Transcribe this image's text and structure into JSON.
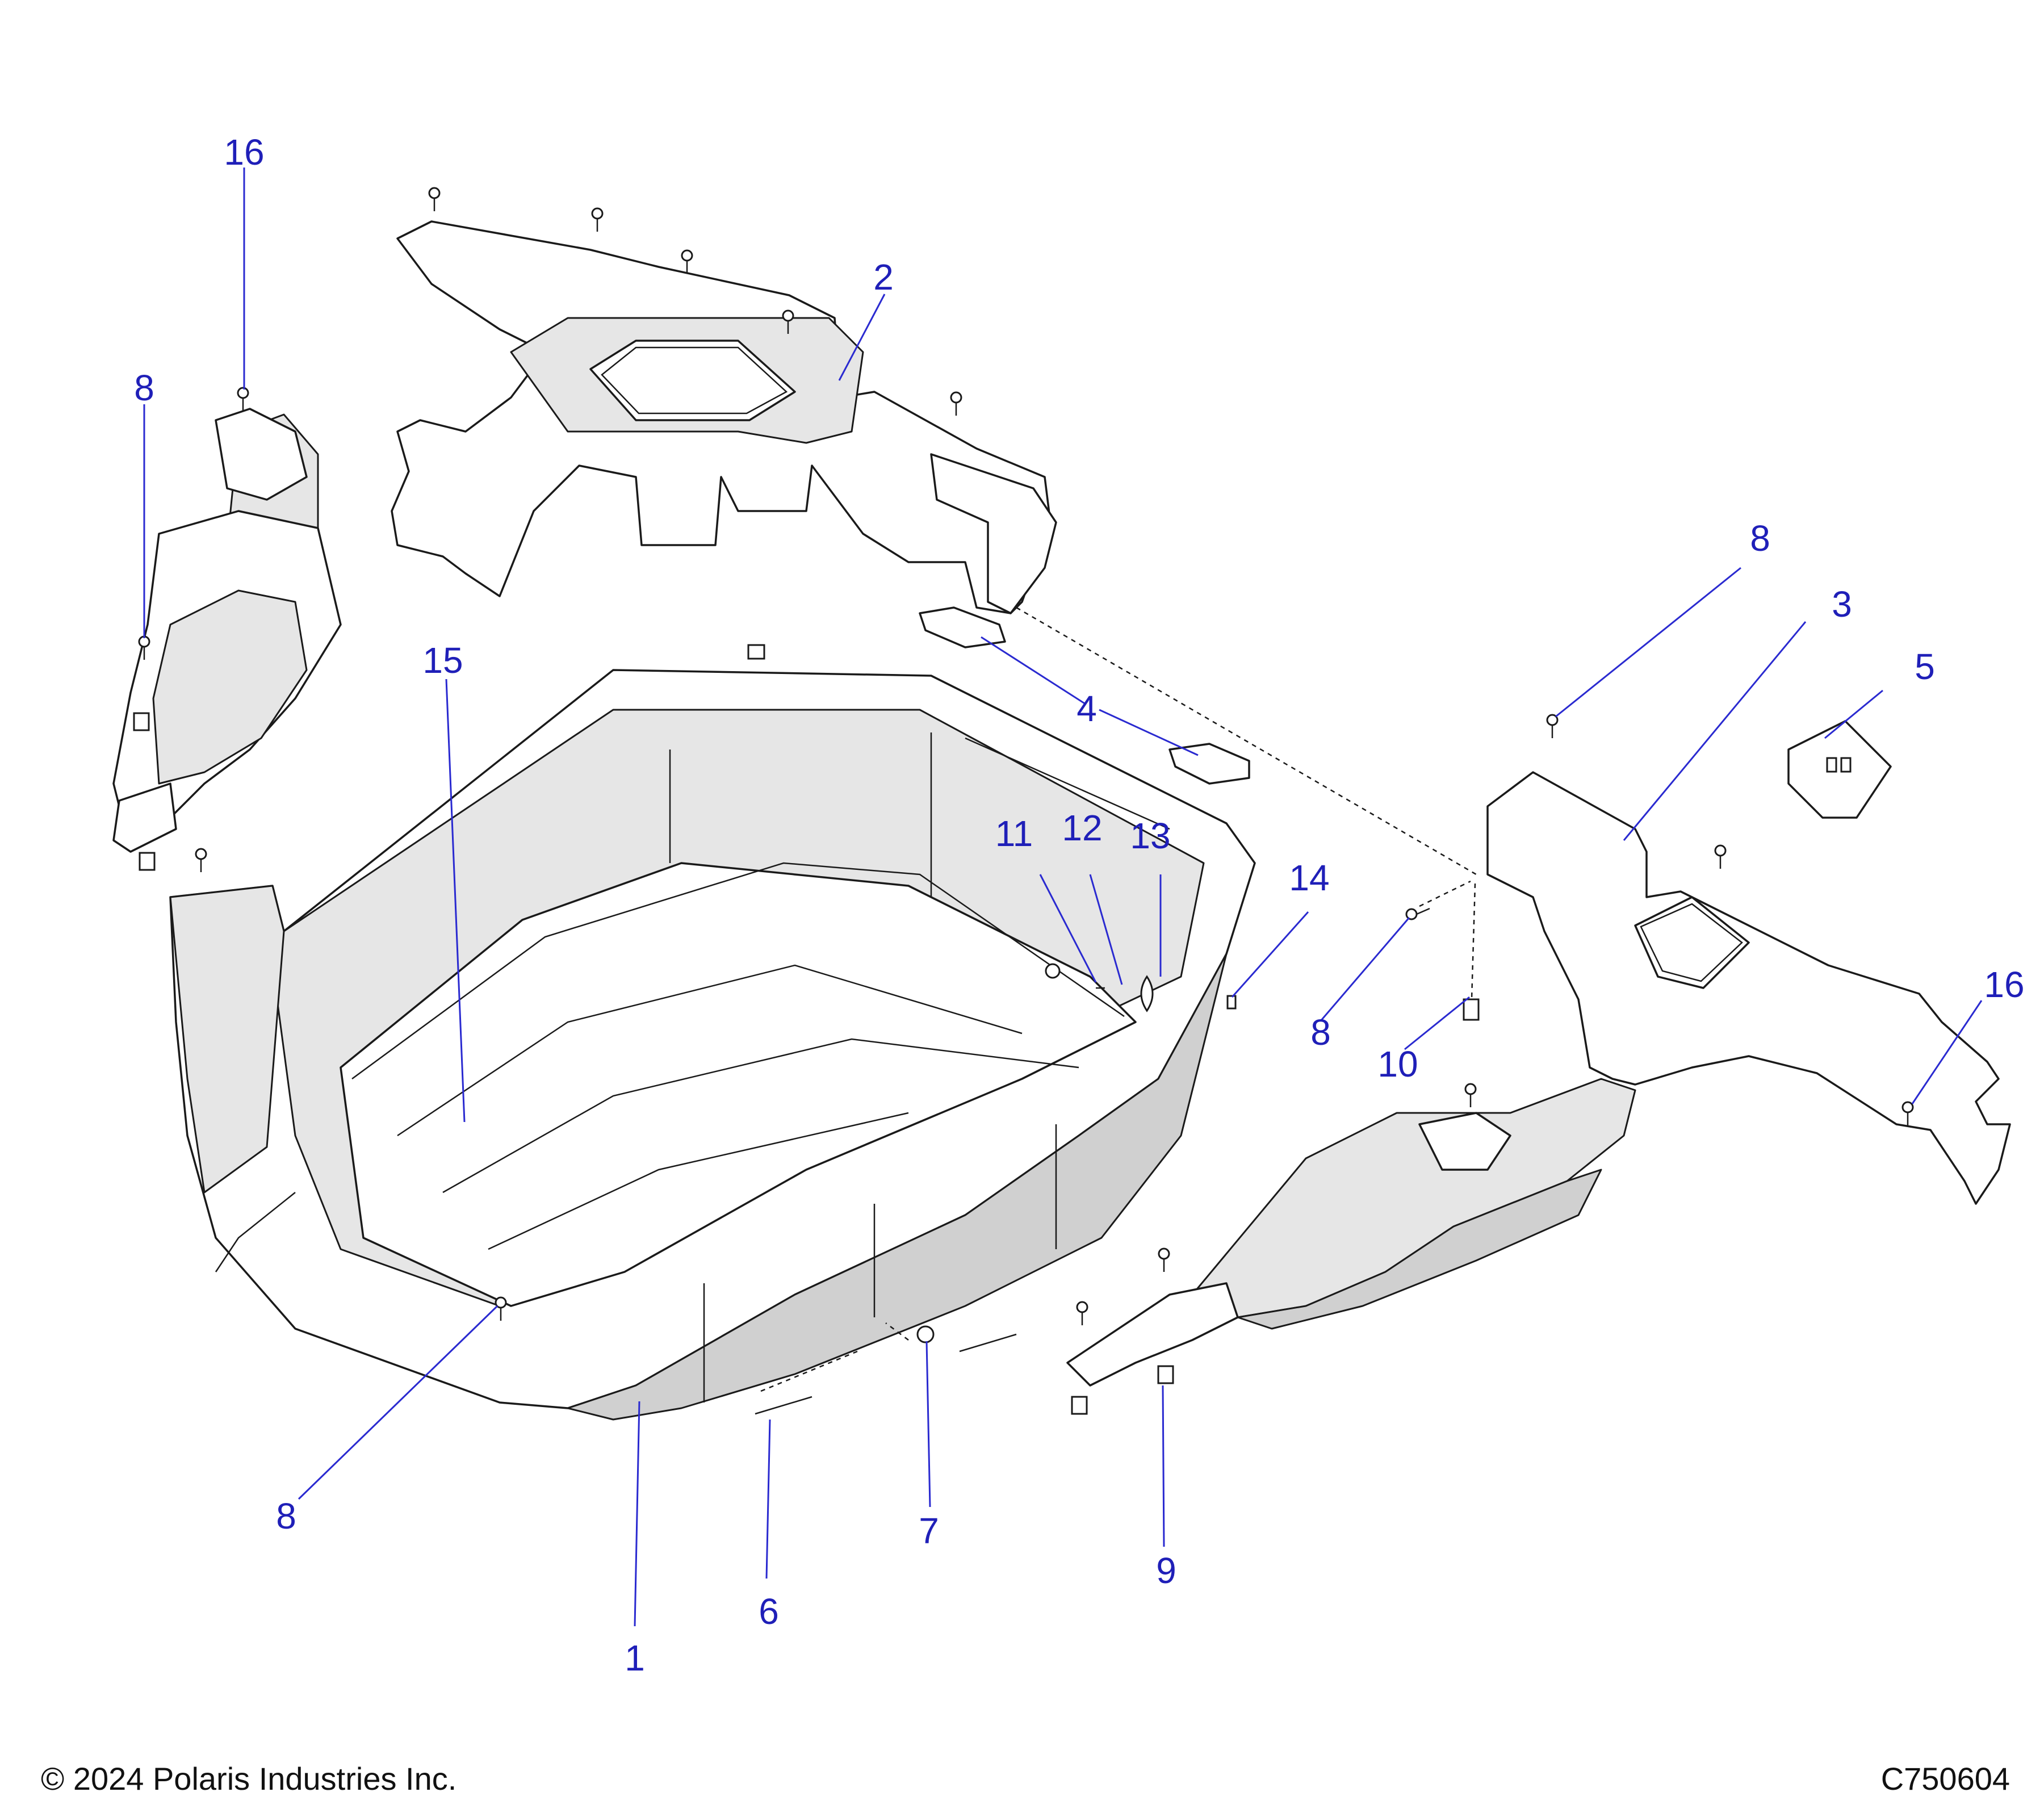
{
  "footer": {
    "copyright": "© 2024 Polaris Industries Inc.",
    "drawing_number": "C750604"
  },
  "callouts": [
    {
      "id": "c1",
      "label": "1"
    },
    {
      "id": "c2",
      "label": "2"
    },
    {
      "id": "c3",
      "label": "3"
    },
    {
      "id": "c4",
      "label": "4"
    },
    {
      "id": "c5",
      "label": "5"
    },
    {
      "id": "c6",
      "label": "6"
    },
    {
      "id": "c7",
      "label": "7"
    },
    {
      "id": "c8a",
      "label": "8"
    },
    {
      "id": "c8b",
      "label": "8"
    },
    {
      "id": "c8c",
      "label": "8"
    },
    {
      "id": "c8d",
      "label": "8"
    },
    {
      "id": "c9",
      "label": "9"
    },
    {
      "id": "c10",
      "label": "10"
    },
    {
      "id": "c11",
      "label": "11"
    },
    {
      "id": "c12",
      "label": "12"
    },
    {
      "id": "c13",
      "label": "13"
    },
    {
      "id": "c14",
      "label": "14"
    },
    {
      "id": "c15",
      "label": "15"
    },
    {
      "id": "c16a",
      "label": "16"
    },
    {
      "id": "c16b",
      "label": "16"
    }
  ],
  "colors": {
    "callout": "#1f1fb8",
    "leader": "#2a2ad0",
    "line": "#1a1a1a"
  }
}
